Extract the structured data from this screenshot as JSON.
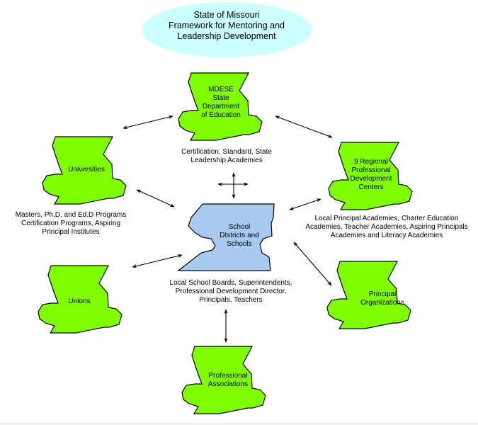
{
  "title": {
    "lines": [
      "State of Missouri",
      "Framework for Mentoring and",
      "Leadership Development"
    ]
  },
  "colors": {
    "title_ellipse": "#ccffff",
    "state_node": "#80ff00",
    "center_node": "#a6caf0",
    "outline": "#000000",
    "arrow": "#000000"
  },
  "nodes": {
    "mdese": {
      "lines": [
        "MDESE",
        "State",
        "Department",
        "of Education"
      ]
    },
    "universities": {
      "lines": [
        "Universities"
      ]
    },
    "regional_centers": {
      "lines": [
        "9 Regional",
        "Professional",
        "Development",
        "Centers"
      ]
    },
    "school_districts": {
      "lines": [
        "School",
        "DIstricts and",
        "Schools"
      ]
    },
    "unions": {
      "lines": [
        "Unions"
      ]
    },
    "principal_orgs": {
      "lines": [
        "Principal",
        "Organizations"
      ]
    },
    "professional_assoc": {
      "lines": [
        "Professional",
        "Associations"
      ]
    }
  },
  "descriptions": {
    "mdese": [
      "Certification, Standard, State",
      "Leadership Academies"
    ],
    "universities": [
      "Masters, Ph.D. and Ed.D Programs",
      "Certification Programs, Aspiring",
      "Principal Institutes"
    ],
    "regional_centers": [
      "Local Principal Academies, Charter Education",
      "Academies, Teacher Academies, Aspiring Principals",
      "Academies and Literacy Academies"
    ],
    "school_districts": [
      "Local School Boards, Superintendents,",
      "Professional Development Director,",
      "Principals, Teachers"
    ]
  },
  "connections": [
    {
      "from": "mdese",
      "to": "universities",
      "type": "bidirectional"
    },
    {
      "from": "mdese",
      "to": "regional_centers",
      "type": "bidirectional"
    },
    {
      "from": "mdese",
      "to": "school_districts",
      "type": "four-way"
    },
    {
      "from": "universities",
      "to": "school_districts",
      "type": "bidirectional"
    },
    {
      "from": "regional_centers",
      "to": "school_districts",
      "type": "bidirectional"
    },
    {
      "from": "unions",
      "to": "school_districts",
      "type": "bidirectional"
    },
    {
      "from": "principal_orgs",
      "to": "school_districts",
      "type": "bidirectional"
    },
    {
      "from": "professional_assoc",
      "to": "school_districts",
      "type": "bidirectional"
    }
  ]
}
